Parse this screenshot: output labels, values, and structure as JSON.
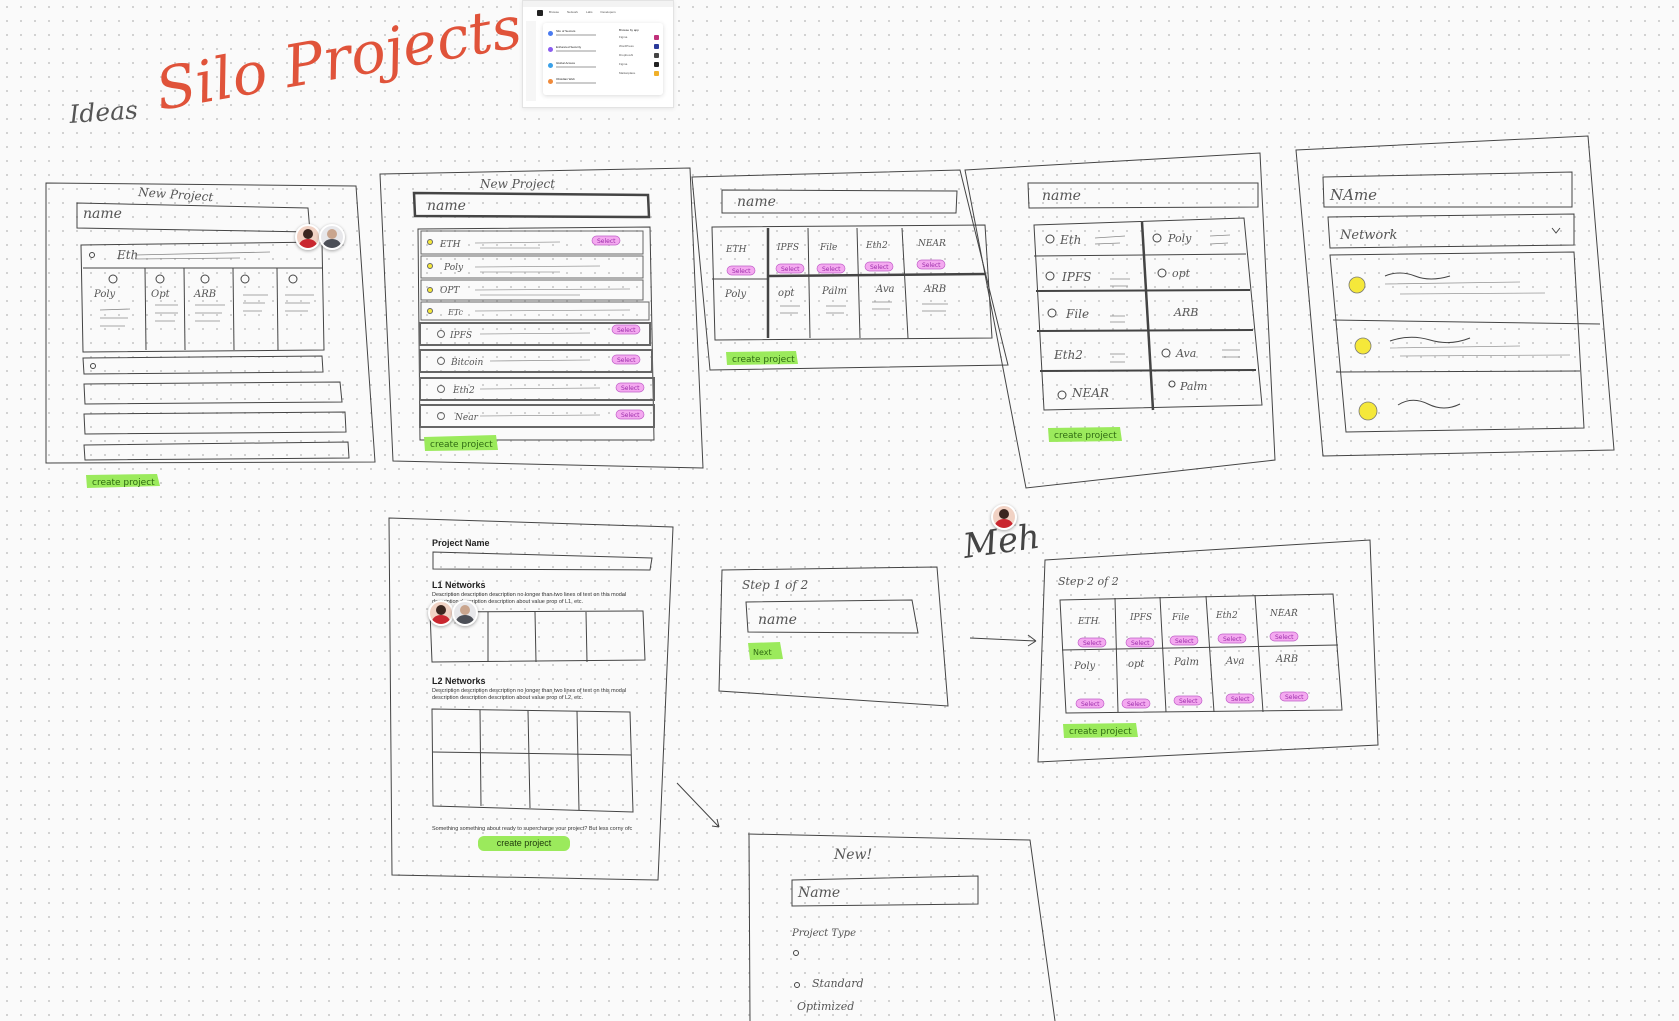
{
  "canvas_title": "Silo Projects",
  "ideas_label": "Ideas",
  "colors": {
    "select_pill": "#f4a9f0",
    "create_button": "#9bea5c",
    "yellow_dot": "#f5e83a",
    "title_red": "#e0533a"
  },
  "sketch1": {
    "title": "New Project",
    "name_placeholder": "name",
    "top_row": "Eth",
    "columns": [
      "Poly",
      "Opt",
      "ARB"
    ],
    "button": "create project"
  },
  "sketch2": {
    "title": "New Project",
    "name_placeholder": "name",
    "rows": [
      "ETH",
      "Poly",
      "OPT",
      "ETc",
      "IPFS",
      "Bitcoin",
      "Eth2",
      "Near"
    ],
    "select_label": "Select",
    "button": "create project"
  },
  "sketch3": {
    "name_placeholder": "name",
    "row1": [
      "ETH",
      "IPFS",
      "File",
      "Eth2",
      "NEAR"
    ],
    "row2": [
      "Poly",
      "opt",
      "Palm",
      "Ava",
      "ARB"
    ],
    "select_label": "Select",
    "button": "create project"
  },
  "sketch4": {
    "name_placeholder": "name",
    "left": [
      "Eth",
      "IPFS",
      "File",
      "Eth2",
      "NEAR"
    ],
    "right": [
      "Poly",
      "opt",
      "ARB",
      "Ava",
      "Palm"
    ],
    "button": "create project"
  },
  "sketch5": {
    "name_placeholder": "NAme",
    "network_placeholder": "Network"
  },
  "typed": {
    "project_name": "Project Name",
    "l1_title": "L1 Networks",
    "l1_desc": "Description description description no longer than two lines of text on this modal description description description about value prop of L1, etc.",
    "l2_title": "L2 Networks",
    "l2_desc": "Description description description no longer than two lines of text on this modal description description description about value prop of L2, etc.",
    "footer": "Something something about ready to supercharge your project? But less corny ofc",
    "button": "create project"
  },
  "step1": {
    "title": "Step 1 of 2",
    "name_placeholder": "name",
    "button": "Next"
  },
  "meh_note": "Meh",
  "step2": {
    "title": "Step 2 of 2",
    "row1": [
      "ETH",
      "IPFS",
      "File",
      "Eth2",
      "NEAR"
    ],
    "row2": [
      "Poly",
      "opt",
      "Palm",
      "Ava",
      "ARB"
    ],
    "select_label": "Select",
    "button": "create project"
  },
  "sketch_new": {
    "title": "New!",
    "name_placeholder": "Name",
    "project_type_label": "Project Type",
    "options": [
      "",
      "Standard",
      "Optimized"
    ]
  },
  "reference": {
    "tabs": [
      "Silo",
      "Browse",
      "Network",
      "Labs",
      "Developers"
    ],
    "items": [
      "Silo of Secrets",
      "Enhanced Security",
      "Global Access",
      "Obsidian Web"
    ],
    "right_title": "Browse by app",
    "right_rows": [
      "Figma",
      "WordPress",
      "DropboxAI",
      "Figma",
      "Marketplace"
    ]
  }
}
